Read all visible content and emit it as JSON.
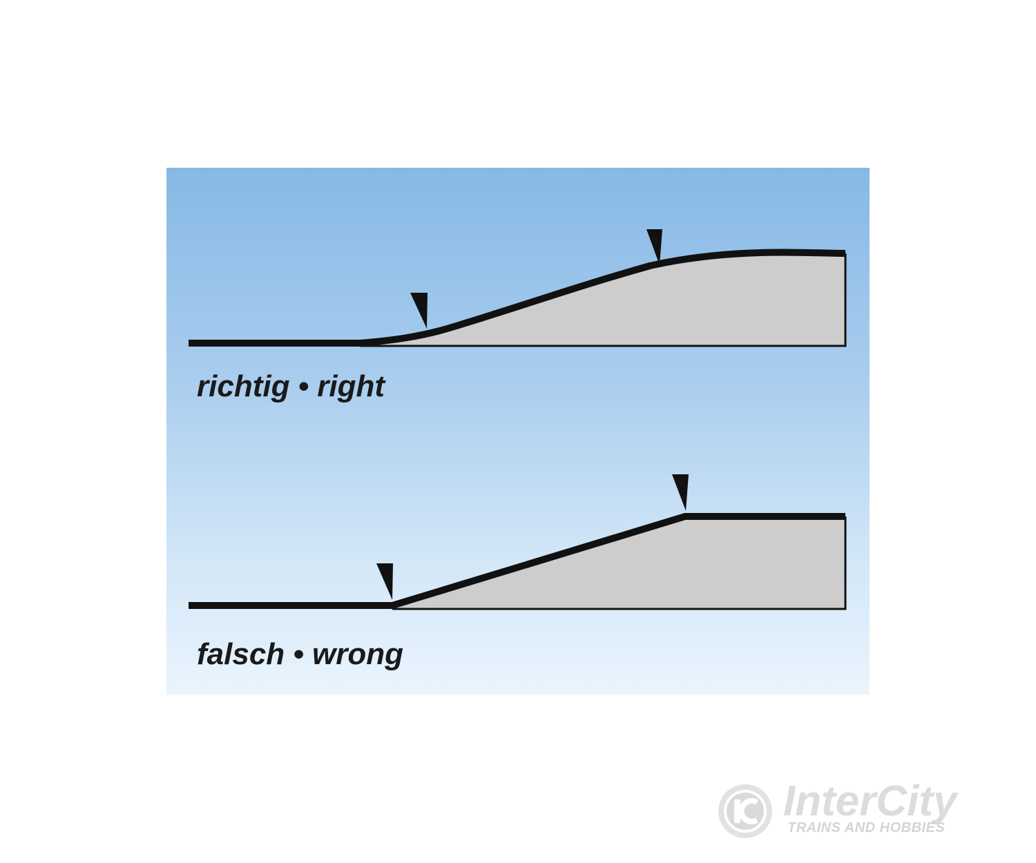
{
  "captions": {
    "right": "richtig • right",
    "wrong": "falsch • wrong"
  },
  "watermark": {
    "brand": "InterCity",
    "tagline": "TRAINS AND HOBBIES",
    "logo_letters": "IC"
  },
  "colors": {
    "background_top": "#86b9e5",
    "background_bottom": "#eaf4fd",
    "ramp_fill": "#cdcdcd",
    "outline": "#111111",
    "watermark": "#dcdcdc"
  }
}
